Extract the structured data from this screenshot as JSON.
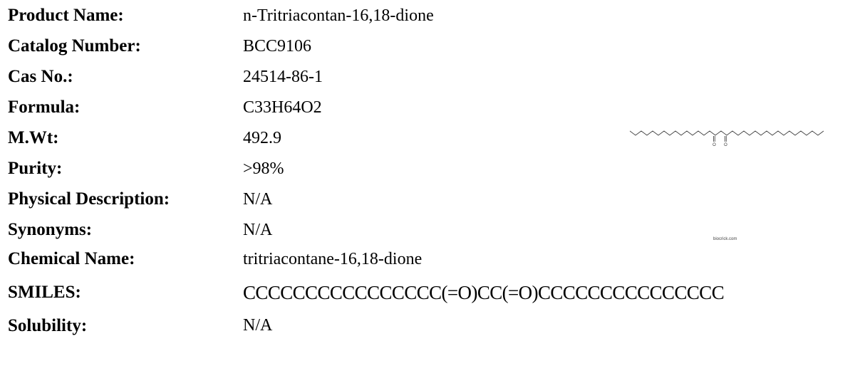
{
  "fields": [
    {
      "label": "Product Name:",
      "value": "n-Tritriacontan-16,18-dione"
    },
    {
      "label": "Catalog Number:",
      "value": "BCC9106"
    },
    {
      "label": "Cas No.:",
      "value": "24514-86-1"
    },
    {
      "label": "Formula:",
      "value": "C33H64O2"
    },
    {
      "label": "M.Wt:",
      "value": "492.9"
    },
    {
      "label": "Purity:",
      "value": ">98%"
    },
    {
      "label": "Physical Description:",
      "value": "N/A"
    },
    {
      "label": "Synonyms:",
      "value": "N/A"
    },
    {
      "label": "Chemical Name:",
      "value": "tritriacontane-16,18-dione"
    },
    {
      "label": "SMILES:",
      "value": "CCCCCCCCCCCCCCCC(=O)CC(=O)CCCCCCCCCCCCCCC"
    },
    {
      "label": "Solubility:",
      "value": "N/A"
    }
  ],
  "structure_image": {
    "atom_labels": [
      "O",
      "O"
    ],
    "watermark": "biocrick.com"
  }
}
